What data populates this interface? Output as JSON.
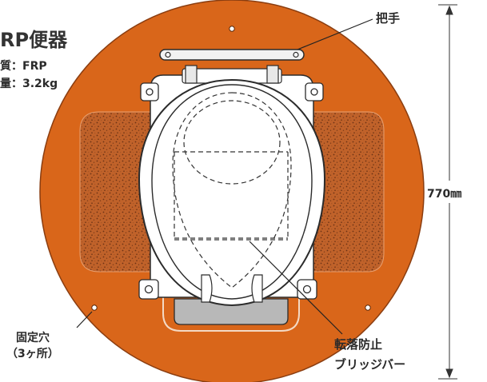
{
  "title": "RP便器",
  "specs": {
    "material": "質：FRP",
    "weight": "量：3.2kg"
  },
  "labels": {
    "handle": "把手",
    "dimension": "770㎜",
    "fixing_holes_line1": "固定穴",
    "fixing_holes_line2": "（3ヶ所）",
    "bridge_bar_line1": "転落防止",
    "bridge_bar_line2": "ブリッジバー"
  },
  "colors": {
    "base_plate": "#d9661a",
    "mat": "#b65a24",
    "toilet_body": "#ffffff",
    "outline": "#2b2b2b",
    "bridge_plate": "#b8b8b8"
  }
}
